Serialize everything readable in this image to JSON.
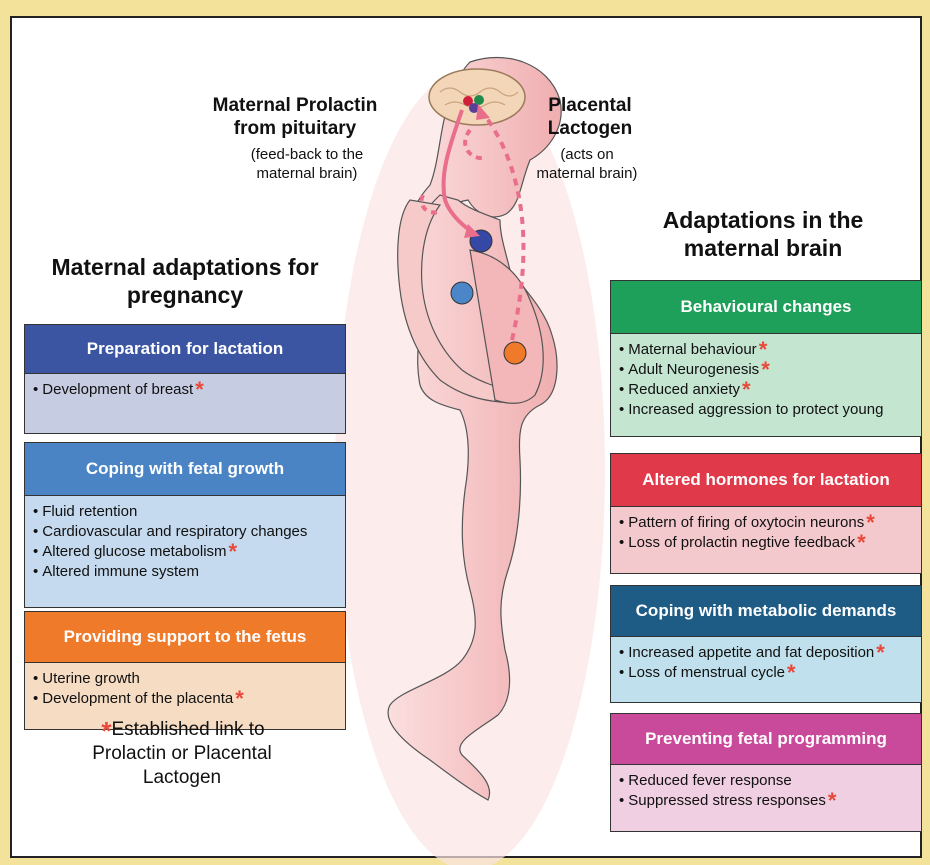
{
  "colors": {
    "background": "#f2e29a",
    "star": "#e8483a",
    "figure_fill": "#f5c2c2",
    "arrow": "#e96e8c"
  },
  "labels": {
    "prolactin_title": "Maternal  Prolactin from pituitary",
    "prolactin_note": "(feed-back to the maternal brain)",
    "lactogen_title": "Placental Lactogen",
    "lactogen_note": "(acts on maternal brain)",
    "left_heading": "Maternal adaptations for pregnancy",
    "right_heading": "Adaptations in the maternal brain"
  },
  "left_boxes": [
    {
      "title": "Preparation for lactation",
      "head_color": "#3b55a3",
      "body_color": "#c6cce2",
      "items": [
        {
          "text": "Development of breast",
          "star": true
        }
      ]
    },
    {
      "title": "Coping with fetal growth",
      "head_color": "#4a84c4",
      "body_color": "#c5daee",
      "items": [
        {
          "text": "Fluid retention",
          "star": false
        },
        {
          "text": "Cardiovascular and respiratory changes",
          "star": false
        },
        {
          "text": "Altered glucose metabolism",
          "star": true
        },
        {
          "text": "Altered immune system",
          "star": false
        }
      ]
    },
    {
      "title": "Providing support to the fetus",
      "head_color": "#ef7a2a",
      "body_color": "#f6dcc3",
      "items": [
        {
          "text": "Uterine growth",
          "star": false
        },
        {
          "text": "Development of the placenta",
          "star": true
        }
      ]
    }
  ],
  "right_boxes": [
    {
      "title": "Behavioural changes",
      "head_color": "#1fa05a",
      "body_color": "#c4e5d0",
      "items": [
        {
          "text": "Maternal behaviour",
          "star": true
        },
        {
          "text": "Adult Neurogenesis",
          "star": true
        },
        {
          "text": "Reduced anxiety",
          "star": true
        },
        {
          "text": "Increased aggression to protect young",
          "star": false
        }
      ]
    },
    {
      "title": "Altered hormones for lactation",
      "head_color": "#e03a4a",
      "body_color": "#f4c9cd",
      "items": [
        {
          "text": "Pattern of firing of oxytocin neurons",
          "star": true
        },
        {
          "text": "Loss of prolactin negtive feedback",
          "star": true
        }
      ]
    },
    {
      "title": "Coping with metabolic demands",
      "head_color": "#1e5c86",
      "body_color": "#bfe0ec",
      "items": [
        {
          "text": "Increased appetite and fat deposition",
          "star": true
        },
        {
          "text": "Loss of menstrual cycle",
          "star": true
        }
      ]
    },
    {
      "title": "Preventing fetal programming",
      "head_color": "#c94a9a",
      "body_color": "#f0cfe2",
      "items": [
        {
          "text": "Reduced fever response",
          "star": false
        },
        {
          "text": "Suppressed stress responses",
          "star": true
        }
      ]
    }
  ],
  "footnote": {
    "star": "*",
    "text": "Established link to Prolactin or Placental Lactogen"
  },
  "glyphs": {
    "bullet": "•",
    "star": "*"
  }
}
